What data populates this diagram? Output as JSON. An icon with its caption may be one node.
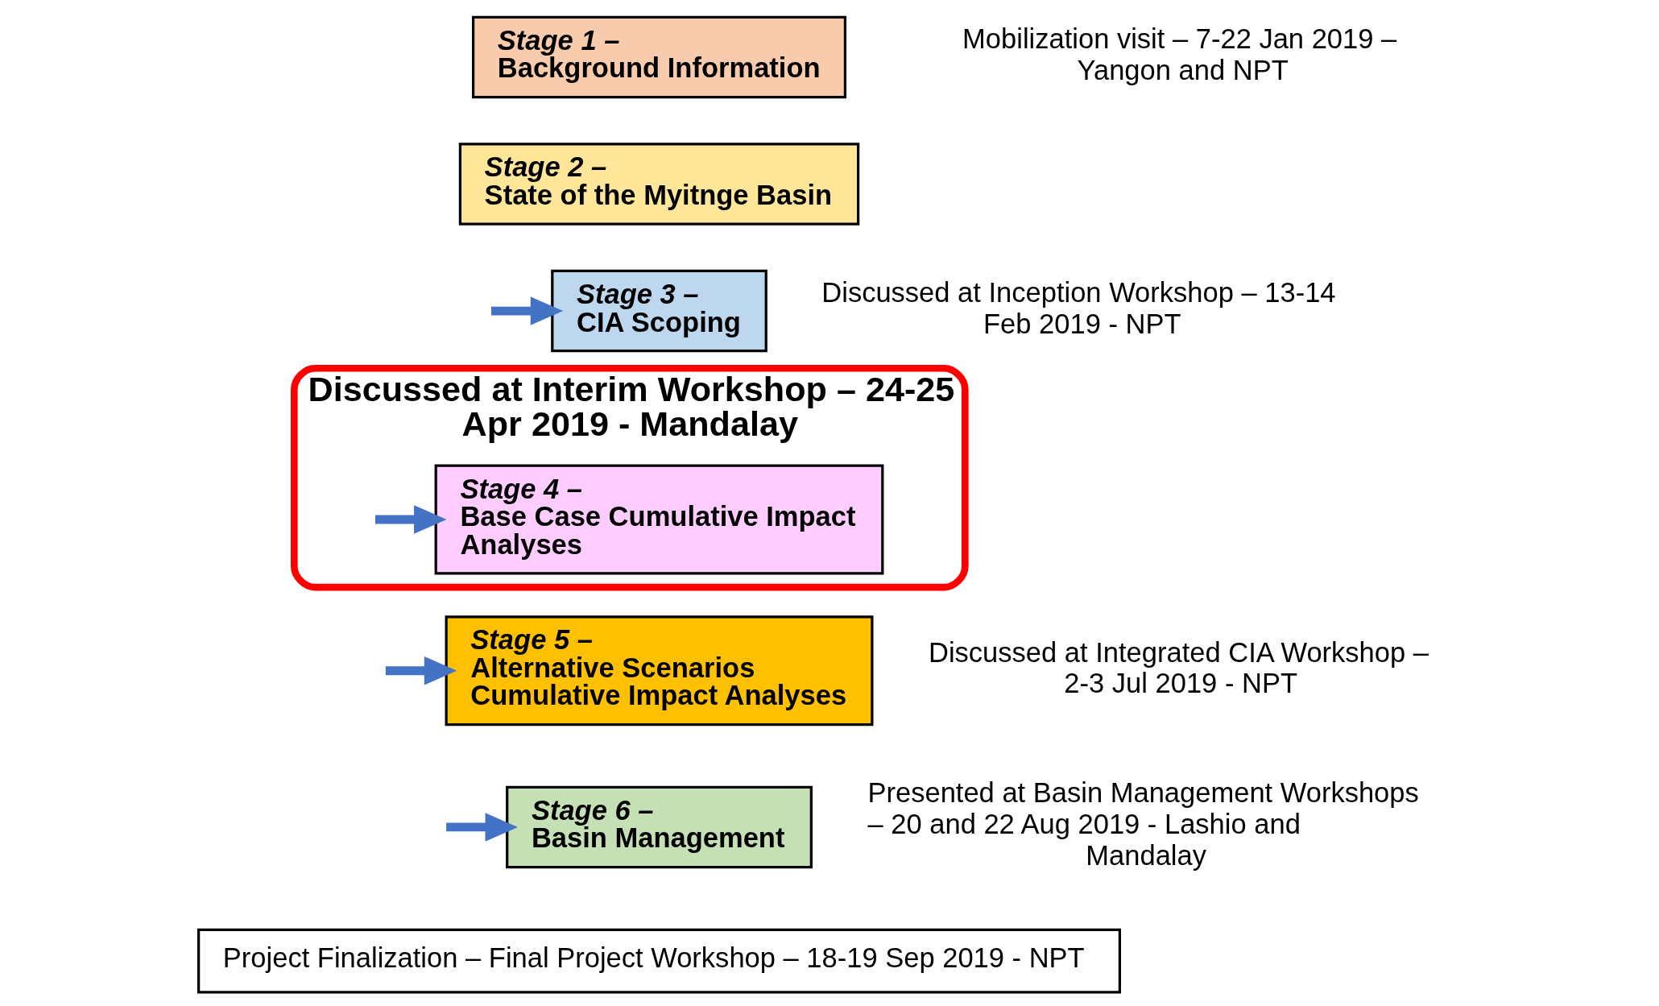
{
  "diagram": {
    "nodes": [
      {
        "text": [
          "Stage 1 –",
          "Background Information"
        ]
      },
      {
        "text": [
          "Stage 2 –",
          "State of the Myitnge Basin"
        ]
      },
      {
        "text": [
          "Stage 3 –",
          "CIA Scoping"
        ],
        "beside": [
          "Discussed at Inception Workshop – 13-14 Feb 2019 - NPT"
        ]
      },
      {
        "text": [
          "Discussed at Interim Workshop – 24-25 Apr 2019 - Mandalay"
        ]
      },
      {
        "text": [
          "Stage 4 –",
          "Base Case Cumulative Impact Analyses"
        ],
        "in": 3
      },
      {
        "text": [
          "Stage 5 –",
          "Alternative Scenarios Cumulative Impact Analyses"
        ],
        "beside": [
          "Discussed at Integrated CIA Workshop – 2-3 Jul 2019 - NPT"
        ]
      },
      {
        "text": [
          "Stage 6 –",
          "Basin Management"
        ],
        "beside": [
          "Presented at Basin Management Workshops – 20 and 22 Aug 2019 - Lashio and Mandalay"
        ]
      },
      {
        "text": [
          "Project Finalization – Final Project Workshop – 18-19 Sep 2019 - NPT"
        ]
      }
    ],
    "edges": [
      {
        "from": null,
        "to": 2,
        "arrow": "to"
      },
      {
        "from": null,
        "to": 4,
        "arrow": "to"
      },
      {
        "from": null,
        "to": 5,
        "arrow": "to"
      },
      {
        "from": null,
        "to": 6,
        "arrow": "to"
      }
    ],
    "labels": [
      "Mobilization visit – 7-22 Jan 2019 – Yangon and NPT"
    ]
  }
}
